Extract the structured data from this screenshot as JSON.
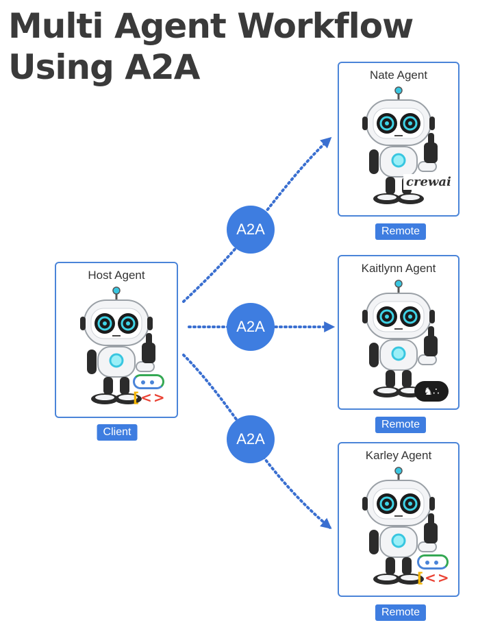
{
  "title": {
    "line1": "Multi Agent Workflow",
    "line2": "Using A2A"
  },
  "host": {
    "name": "Host Agent",
    "role": "Client",
    "logo": "google-adk-logo"
  },
  "connections": [
    {
      "label": "A2A",
      "target": "nate"
    },
    {
      "label": "A2A",
      "target": "kaitlynn"
    },
    {
      "label": "A2A",
      "target": "karley"
    }
  ],
  "remotes": [
    {
      "name": "Nate Agent",
      "role": "Remote",
      "logo": "crewai-logo",
      "logo_text": "crewai"
    },
    {
      "name": "Kaitlynn Agent",
      "role": "Remote",
      "logo": "langgraph-logo"
    },
    {
      "name": "Karley Agent",
      "role": "Remote",
      "logo": "google-adk-logo"
    }
  ],
  "colors": {
    "accent": "#3e7de0",
    "border": "#4a84d8",
    "title": "#3a3a3a",
    "arrow": "#3a6fd0"
  }
}
